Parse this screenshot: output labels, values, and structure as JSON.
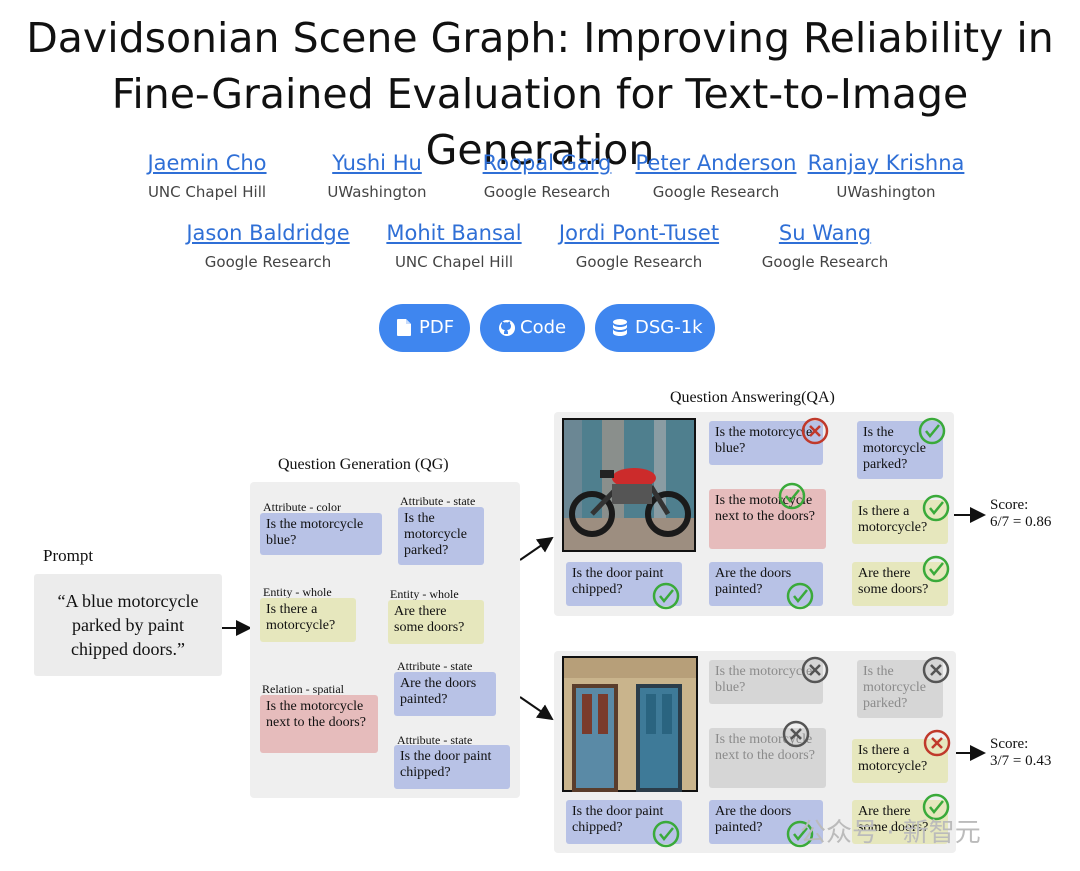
{
  "page": {
    "title_line1": "Davidsonian Scene Graph: Improving Reliability in",
    "title_line2": "Fine-Grained Evaluation for Text-to-Image Generation"
  },
  "authors": [
    {
      "name": "Jaemin Cho",
      "affiliation": "UNC Chapel Hill"
    },
    {
      "name": "Yushi Hu",
      "affiliation": "UWashington"
    },
    {
      "name": "Roopal Garg",
      "affiliation": "Google Research"
    },
    {
      "name": "Peter Anderson",
      "affiliation": "Google Research"
    },
    {
      "name": "Ranjay Krishna",
      "affiliation": "UWashington"
    },
    {
      "name": "Jason Baldridge",
      "affiliation": "Google Research"
    },
    {
      "name": "Mohit Bansal",
      "affiliation": "UNC Chapel Hill"
    },
    {
      "name": "Jordi Pont-Tuset",
      "affiliation": "Google Research"
    },
    {
      "name": "Su Wang",
      "affiliation": "Google Research"
    }
  ],
  "buttons": [
    {
      "label": "PDF",
      "icon": "file-icon"
    },
    {
      "label": "Code",
      "icon": "github-icon"
    },
    {
      "label": "DSG-1k",
      "icon": "database-icon"
    }
  ],
  "figure": {
    "prompt_caption": "Prompt",
    "prompt_text_1": "“A blue motorcycle",
    "prompt_text_2": "parked by paint",
    "prompt_text_3": "chipped doors.”",
    "qg_caption": "Question Generation (QG)",
    "qa_caption": "Question Answering(QA)",
    "qg": {
      "label_color": "Attribute - color",
      "q_blue": "Is the motorcycle blue?",
      "label_parked": "Attribute - state",
      "q_parked": "Is the motorcycle parked?",
      "label_whole1": "Entity - whole",
      "q_motorcycle": "Is there a motorcycle?",
      "label_whole2": "Entity - whole",
      "q_doors": "Are there some doors?",
      "label_spatial": "Relation - spatial",
      "q_next": "Is the motorcycle next to the doors?",
      "label_painted": "Attribute - state",
      "q_painted": "Are the doors painted?",
      "label_chipped": "Attribute - state",
      "q_chipped": "Is the door paint chipped?"
    },
    "qa1": {
      "q_blue": "Is the motorcycle blue?",
      "q_parked": "Is the motorcycle parked?",
      "q_next": "Is the motorcycle next to the doors?",
      "q_motorcycle": "Is there a motorcycle?",
      "q_chipped": "Is the door paint chipped?",
      "q_painted": "Are the doors painted?",
      "q_doors": "Are there some doors?",
      "score_label": "Score:",
      "score_value": "6/7 = 0.86"
    },
    "qa2": {
      "q_blue": "Is the motorcycle blue?",
      "q_parked": "Is the motorcycle parked?",
      "q_next": "Is the motorcycle next to the doors?",
      "q_motorcycle": "Is there a motorcycle?",
      "q_chipped": "Is the door paint chipped?",
      "q_painted": "Are the doors painted?",
      "q_doors": "Are there some doors?",
      "score_label": "Score:",
      "score_value": "3/7 = 0.43"
    }
  },
  "watermark": "公众号 · 新智元",
  "colors": {
    "accent": "#3f86ef",
    "link": "#2f6fd6",
    "check": "#3aaa3a",
    "cross": "#c0392b"
  }
}
